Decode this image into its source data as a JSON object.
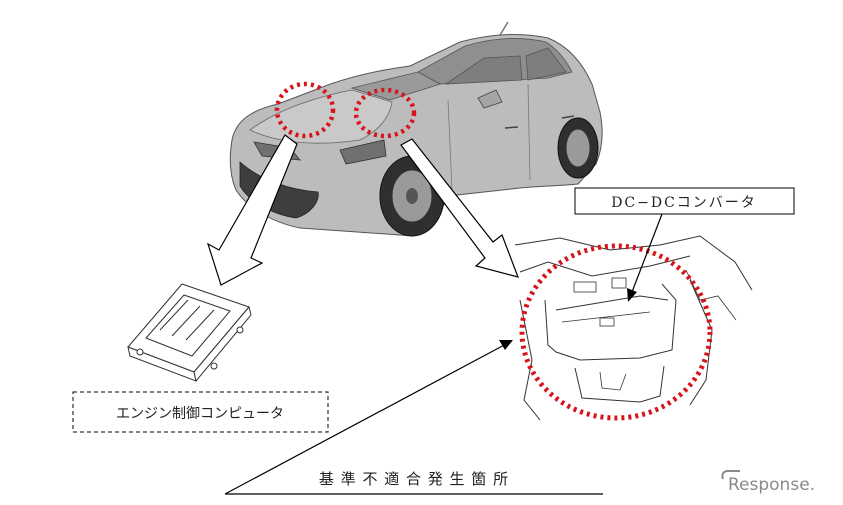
{
  "diagram": {
    "labels": {
      "dcdc_converter": "DC−DCコンバータ",
      "engine_ecu": "エンジン制御コンピュータ",
      "nonconformity_location": "基 準 不 適 合 発 生 箇 所"
    },
    "watermark": "Response.",
    "colors": {
      "highlight_circle": "#d8141b",
      "line": "#000000",
      "car_body": "#b9b9b9"
    }
  }
}
